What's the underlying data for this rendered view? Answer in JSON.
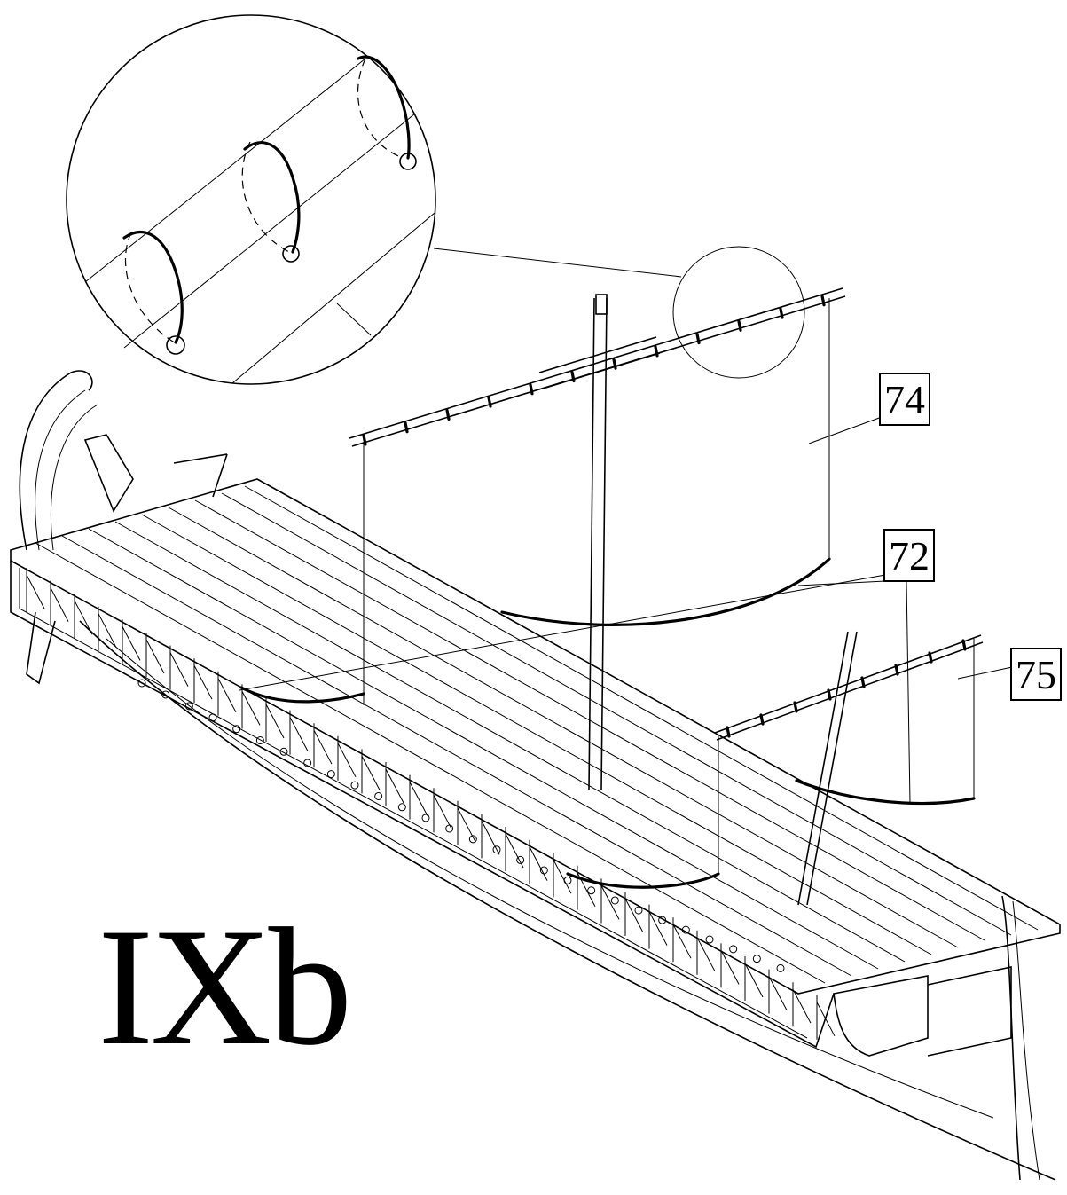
{
  "diagram": {
    "title": "IXb",
    "part_labels": [
      {
        "id": "74",
        "text": "74"
      },
      {
        "id": "72",
        "text": "72"
      },
      {
        "id": "75",
        "text": "75"
      }
    ],
    "detail_view": "magnified-yard-lashing"
  }
}
